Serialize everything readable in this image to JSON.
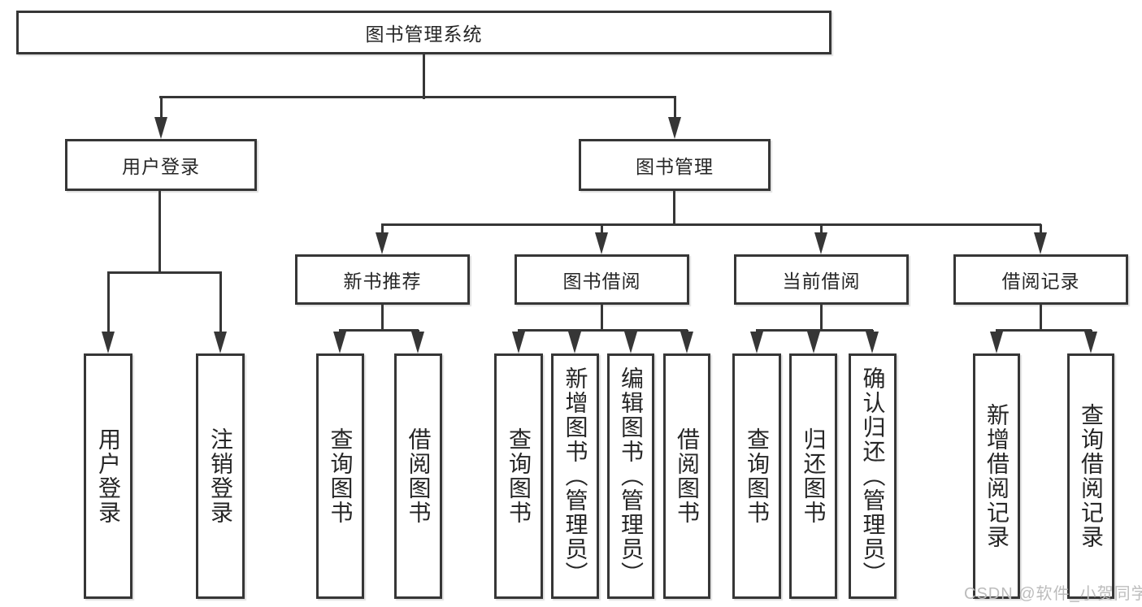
{
  "diagram_title": "图书管理系统",
  "tree": {
    "root": {
      "label": "图书管理系统",
      "children": [
        {
          "label": "用户登录",
          "children": [
            {
              "label": "用户登录"
            },
            {
              "label": "注销登录"
            }
          ]
        },
        {
          "label": "图书管理",
          "children": [
            {
              "label": "新书推荐",
              "children": [
                {
                  "label": "查询图书"
                },
                {
                  "label": "借阅图书"
                }
              ]
            },
            {
              "label": "图书借阅",
              "children": [
                {
                  "label": "查询图书"
                },
                {
                  "label": "新增图书（管理员）"
                },
                {
                  "label": "编辑图书（管理员）"
                },
                {
                  "label": "借阅图书"
                }
              ]
            },
            {
              "label": "当前借阅",
              "children": [
                {
                  "label": "查询图书"
                },
                {
                  "label": "归还图书"
                },
                {
                  "label": "确认归还（管理员）"
                }
              ]
            },
            {
              "label": "借阅记录",
              "children": [
                {
                  "label": "新增借阅记录"
                },
                {
                  "label": "查询借阅记录"
                }
              ]
            }
          ]
        }
      ]
    }
  },
  "watermark": {
    "text": "CSDN @软件_小贺同学"
  },
  "colors": {
    "line": "#363636",
    "text": "#262626",
    "background": "#ffffff",
    "watermark": "#bcbcbc"
  }
}
